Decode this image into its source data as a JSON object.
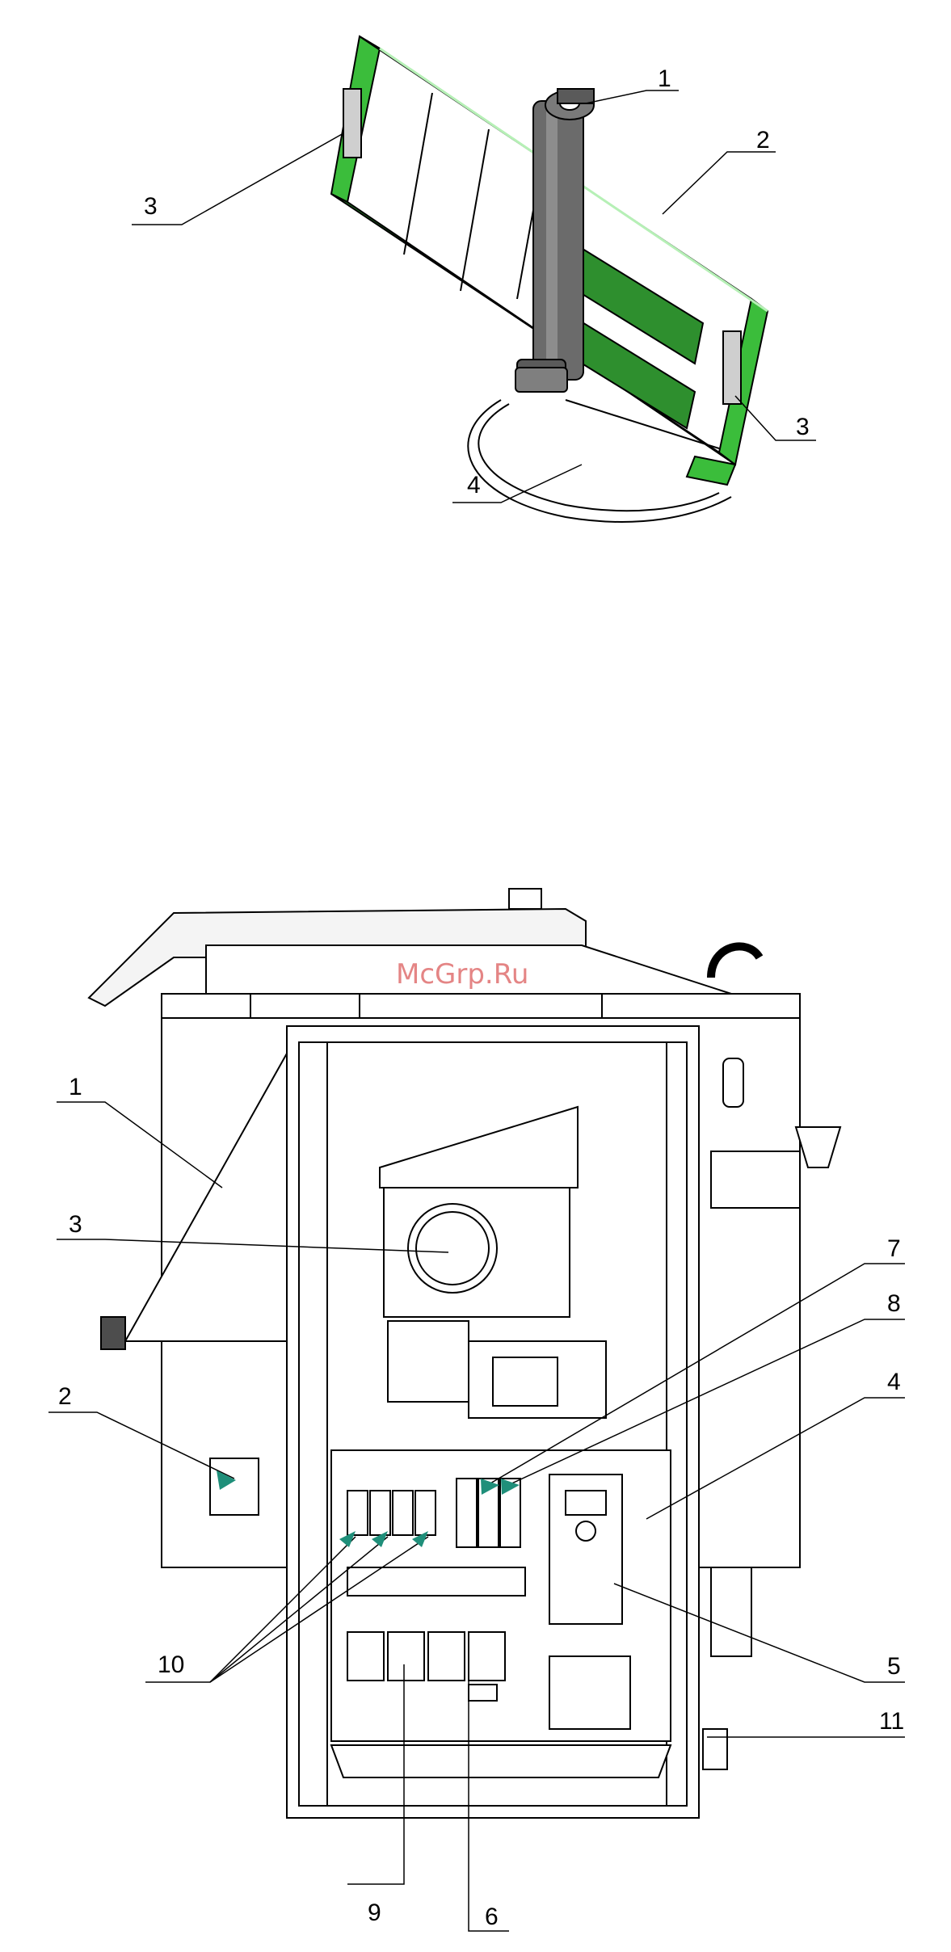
{
  "watermark": "McGrp.Ru",
  "colors": {
    "frame_green": "#3bbd3b",
    "frame_dark_green": "#2e8f2e",
    "shaft_gray": "#6b6b6b",
    "line": "#000000",
    "watermark": "#e07070"
  },
  "top_figure": {
    "callouts": [
      "1",
      "2",
      "3",
      "3",
      "4"
    ]
  },
  "bottom_figure": {
    "callouts": [
      "1",
      "3",
      "2",
      "7",
      "8",
      "4",
      "10",
      "5",
      "11",
      "9",
      "6"
    ]
  }
}
